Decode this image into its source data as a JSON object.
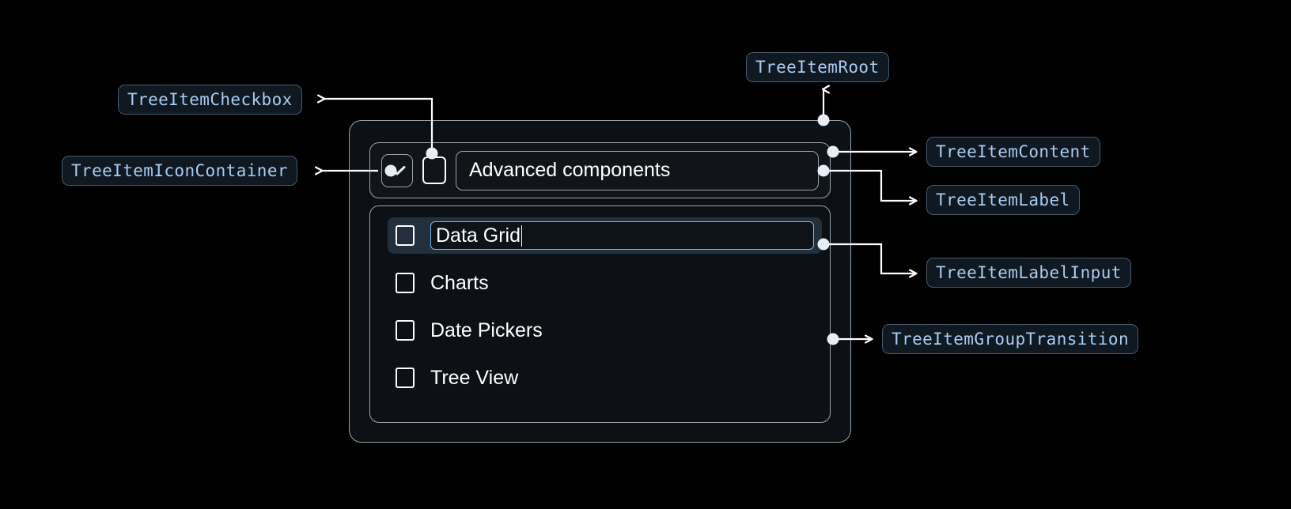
{
  "theme": {
    "background": "#000000",
    "badge_bg": "#101822",
    "badge_border": "#4a5a6e",
    "badge_text": "#a8cdf0",
    "panel_bg": "#0d1116",
    "panel_border": "#9aa3ad",
    "text": "#ffffff",
    "focus_ring": "#7ab6ec",
    "selected_row_bg": "#22303e",
    "connector": "#ffffff"
  },
  "annotations": [
    {
      "id": "tree-item-checkbox",
      "label": "TreeItemCheckbox"
    },
    {
      "id": "tree-item-icon-container",
      "label": "TreeItemIconContainer"
    },
    {
      "id": "tree-item-root",
      "label": "TreeItemRoot"
    },
    {
      "id": "tree-item-content",
      "label": "TreeItemContent"
    },
    {
      "id": "tree-item-label",
      "label": "TreeItemLabel"
    },
    {
      "id": "tree-item-label-input",
      "label": "TreeItemLabelInput"
    },
    {
      "id": "tree-item-group-transition",
      "label": "TreeItemGroupTransition"
    }
  ],
  "tree": {
    "header": {
      "expand_icon": "chevron-down-icon",
      "checkbox_state": "unchecked",
      "label": "Advanced components"
    },
    "items": [
      {
        "label": "Data Grid",
        "checkbox_state": "unchecked",
        "selected": true,
        "editing": true
      },
      {
        "label": "Charts",
        "checkbox_state": "unchecked",
        "selected": false,
        "editing": false
      },
      {
        "label": "Date Pickers",
        "checkbox_state": "unchecked",
        "selected": false,
        "editing": false
      },
      {
        "label": "Tree View",
        "checkbox_state": "unchecked",
        "selected": false,
        "editing": false
      }
    ]
  }
}
